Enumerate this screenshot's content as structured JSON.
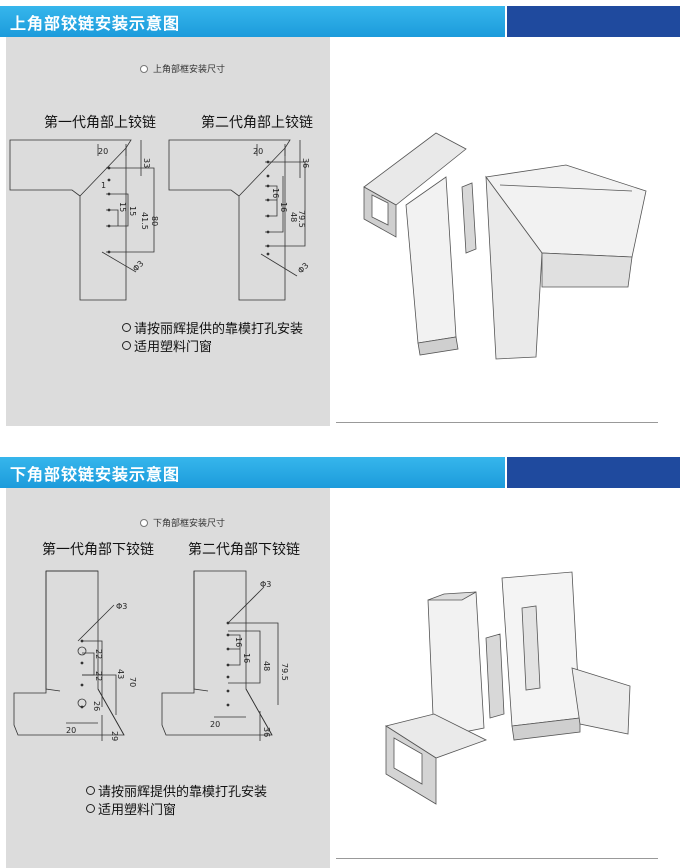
{
  "top": {
    "title": "上角部铰链安装示意图",
    "subtitle": "上角部框安装尺寸",
    "gen1": "第一代角部上铰链",
    "gen2": "第二代角部上铰链",
    "note1": "请按丽辉提供的靠模打孔安装",
    "note2": "适用塑料门窗",
    "dims1": [
      "20",
      "33",
      "1",
      "15",
      "15",
      "41.5",
      "80",
      "Φ3"
    ],
    "dims2": [
      "20",
      "36",
      "16",
      "16",
      "48",
      "79.5",
      "Φ3"
    ]
  },
  "bottom": {
    "title": "下角部铰链安装示意图",
    "subtitle": "下角部框安装尺寸",
    "gen1": "第一代角部下铰链",
    "gen2": "第二代角部下铰链",
    "note1": "请按丽辉提供的靠模打孔安装",
    "note2": "适用塑料门窗",
    "dims1": [
      "Φ3",
      "22",
      "22",
      "43",
      "70",
      "26",
      "20",
      "29"
    ],
    "dims2": [
      "Φ3",
      "16",
      "16",
      "48",
      "79.5",
      "20",
      "36"
    ]
  },
  "colors": {
    "header_cyan": "#1c9bdb",
    "header_navy": "#1f4a9e",
    "panel_gray": "#dcdcdc"
  }
}
